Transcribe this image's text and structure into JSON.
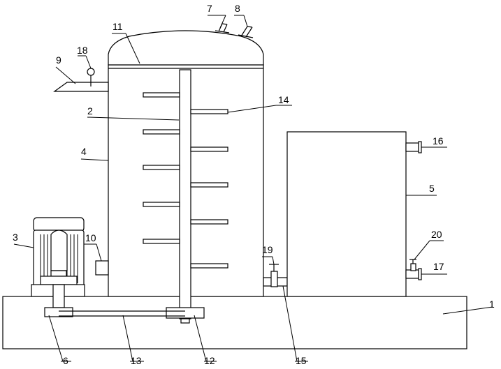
{
  "diagram": {
    "background_color": "#ffffff",
    "line_color": "#000000",
    "labels": {
      "l1": "1",
      "l2": "2",
      "l3": "3",
      "l4": "4",
      "l5": "5",
      "l6": "6",
      "l7": "7",
      "l8": "8",
      "l9": "9",
      "l10": "10",
      "l11": "11",
      "l12": "12",
      "l13": "13",
      "l14": "14",
      "l15": "15",
      "l16": "16",
      "l17": "17",
      "l18": "18",
      "l19": "19",
      "l20": "20"
    }
  }
}
